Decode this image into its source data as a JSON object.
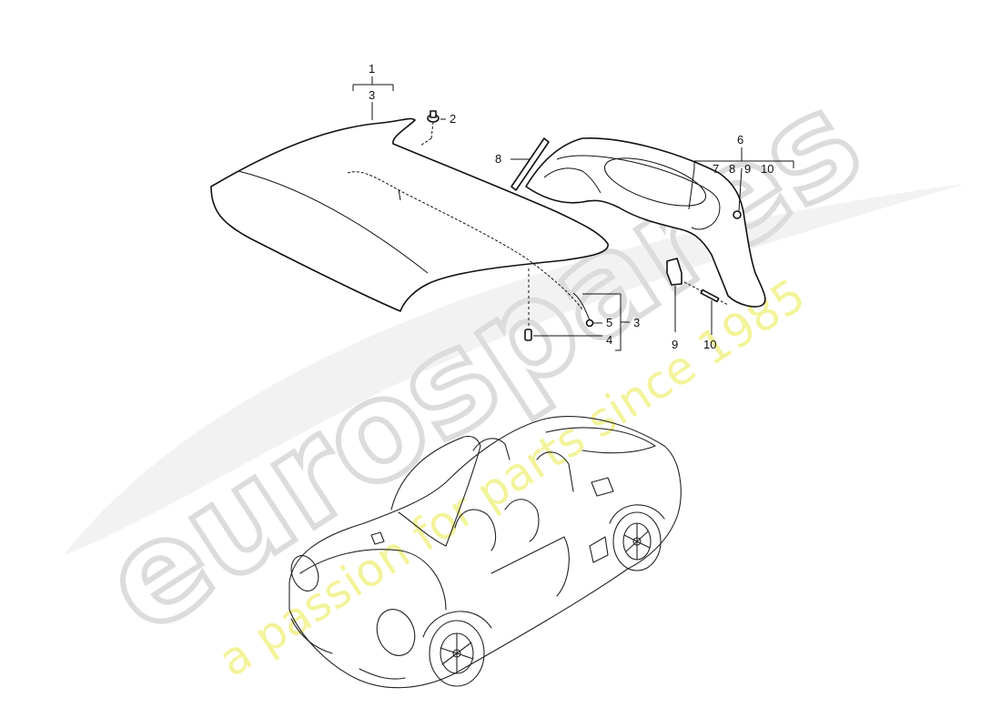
{
  "watermark": {
    "brand": "eurospares",
    "tagline": "a passion for parts since 1985",
    "colors": {
      "brand": "#d9d9d9",
      "tagline": "#efef6a"
    }
  },
  "callouts": {
    "c1": "1",
    "c2": "2",
    "c3_top": "3",
    "c3_side": "3",
    "c4": "4",
    "c5": "5",
    "c6": "6",
    "c7": "7",
    "c8": "8",
    "c9": "9",
    "c10": "10",
    "c8_top": "8",
    "c9_top": "9",
    "c10_top": "10",
    "c9_bottom": "9",
    "c10_bottom": "10"
  },
  "colors": {
    "line": "#111111",
    "background": "#ffffff"
  }
}
